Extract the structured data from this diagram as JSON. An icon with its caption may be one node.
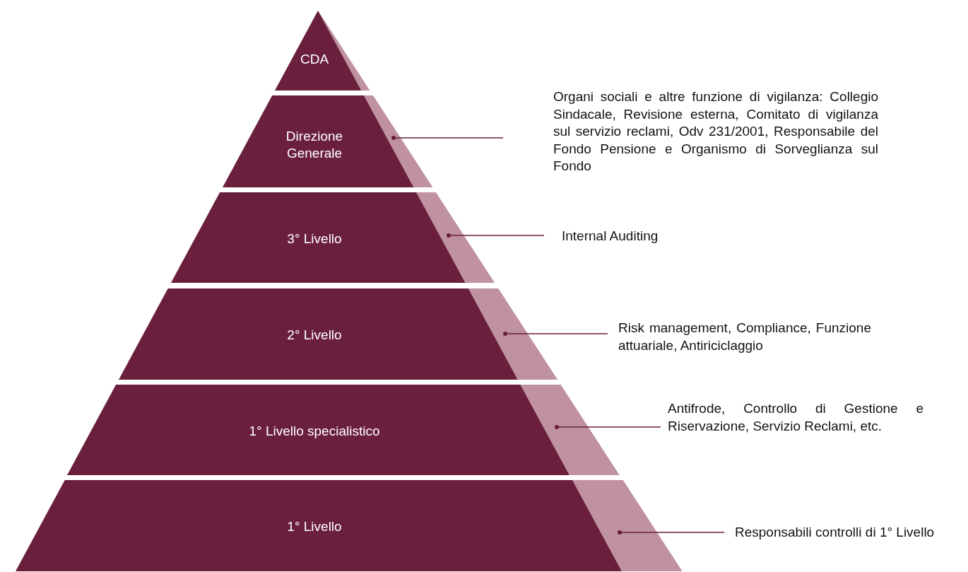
{
  "diagram": {
    "nodes": [
      {
        "text": [
          "CDA"
        ]
      },
      {
        "text": [
          "Direzione Generale"
        ]
      },
      {
        "text": [
          "3° Livello"
        ]
      },
      {
        "text": [
          "2° Livello"
        ]
      },
      {
        "text": [
          "1° Livello specialistico"
        ]
      },
      {
        "text": [
          "1° Livello"
        ]
      },
      {
        "text": [
          "Organi sociali e altre funzione di vigilanza: Collegio Sindacale, Revisione esterna, Comitato di vigilanza sul servizio reclami, Odv 231/2001, Responsabile del Fondo Pensione e Organismo di Sorveglianza sul Fondo"
        ]
      },
      {
        "text": [
          "Internal Auditing"
        ]
      },
      {
        "text": [
          "Risk management, Compliance, Funzione attuariale, Antiriciclaggio"
        ]
      },
      {
        "text": [
          "Antifrode, Controllo di Gestione e Riservazione, Servizio Reclami, etc."
        ]
      },
      {
        "text": [
          "Responsabili controlli di 1° Livello"
        ]
      }
    ],
    "edges": [
      {
        "from": 6,
        "to": 1,
        "arrow": "other"
      },
      {
        "from": 7,
        "to": 2,
        "arrow": "other"
      },
      {
        "from": 8,
        "to": 3,
        "arrow": "other"
      },
      {
        "from": 9,
        "to": 4,
        "arrow": "other"
      },
      {
        "from": 10,
        "to": 5,
        "arrow": "other"
      }
    ]
  }
}
